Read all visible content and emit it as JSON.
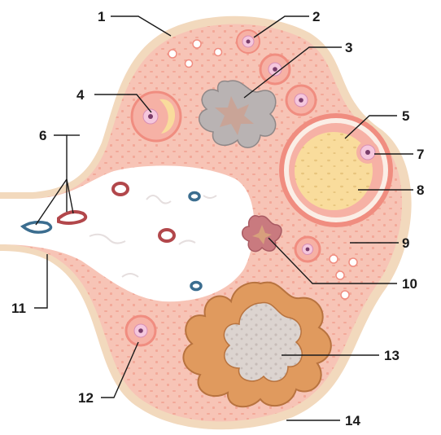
{
  "labels": {
    "l1": "1",
    "l2": "2",
    "l3": "3",
    "l4": "4",
    "l5": "5",
    "l6": "6",
    "l7": "7",
    "l8": "8",
    "l9": "9",
    "l10": "10",
    "l11": "11",
    "l12": "12",
    "l13": "13",
    "l14": "14"
  },
  "colors": {
    "outer_rim": "#f2d9bd",
    "cortex": "#f7c4b6",
    "cortex_dots": "#f2a898",
    "medulla": "#ffffff",
    "follicle_ring": "#f08d80",
    "follicle_ring_light": "#f6b1a5",
    "oocyte": "#f5c7dd",
    "nucleus": "#7a3d6a",
    "antrum_fluid": "#f9dc9c",
    "atretic_gray": "#b9b3b3",
    "atretic_center": "#c9a497",
    "corpus_luteum": "#e09a5e",
    "corpus_luteum_center": "#dcd4d0",
    "vessel_red": "#b2474b",
    "vessel_blue": "#3b6d8f",
    "corpus_albicans": "#c97a7f"
  }
}
